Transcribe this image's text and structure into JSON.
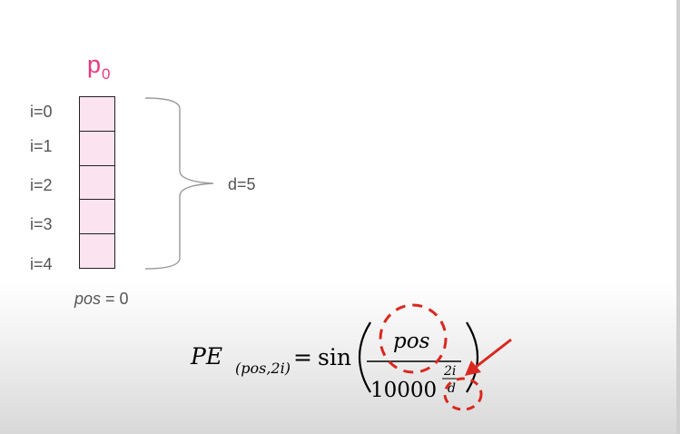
{
  "vector": {
    "title_main": "p",
    "title_sub": "0",
    "cell_color": "#fbe3ef",
    "title_color": "#e8397d",
    "index_labels": [
      "i=0",
      "i=1",
      "i=2",
      "i=3",
      "i=4"
    ]
  },
  "dimension_label": "d=5",
  "position_label": {
    "var": "pos",
    "rest": " = 0"
  },
  "formula": {
    "lhs_main": "PE",
    "lhs_sub": "(pos,2i)",
    "equals": "=",
    "func": "sin",
    "numerator": "pos",
    "denominator_base": "10000",
    "exponent_num": "2i",
    "exponent_den": "d",
    "annotation_color": "#d9281f"
  }
}
